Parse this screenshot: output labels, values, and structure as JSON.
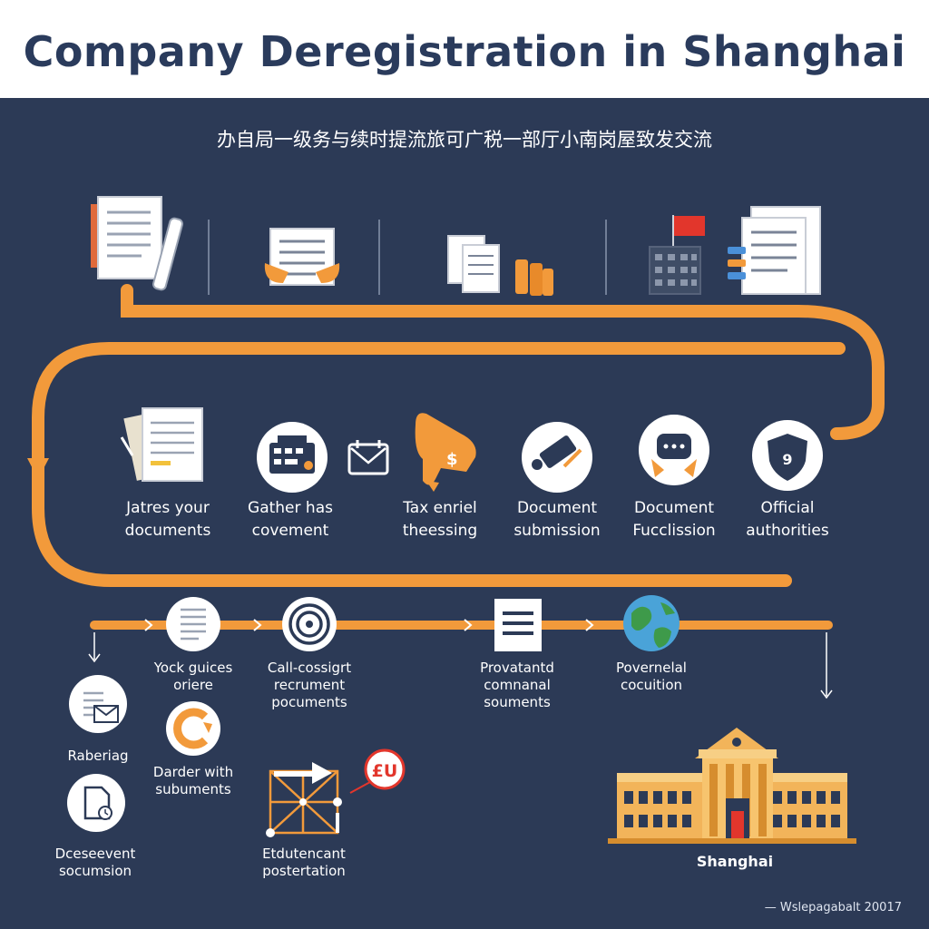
{
  "title": "Company Deregistration in Shanghai",
  "subtitle": "办自局一级务与续时提流旅可广税一部厅小南岗屋致发交流",
  "steps_row2": [
    {
      "label": "Jatres your\ndocuments",
      "icon": "document-stack-icon"
    },
    {
      "label": "Gather has\ncovement",
      "icon": "typewriter-icon"
    },
    {
      "label": "Tax enriel\ntheessing",
      "icon": "hand-dollar-icon"
    },
    {
      "label": "Document\nsubmission",
      "icon": "stamp-icon"
    },
    {
      "label": "Document\nFucclission",
      "icon": "hands-box-icon"
    },
    {
      "label": "Official\nauthorities",
      "icon": "shield-icon"
    }
  ],
  "steps_row3": [
    {
      "label": "Yock guices\noriere",
      "icon": "note-icon"
    },
    {
      "label": "Call-cossigrt\nrecrument\npocuments",
      "icon": "target-icon"
    },
    {
      "label": "Provatantd\ncomnanal\nsouments",
      "icon": "document-icon"
    },
    {
      "label": "Povernelal\ncocuition",
      "icon": "globe-icon"
    }
  ],
  "steps_row4": [
    {
      "label": "Raberiag",
      "icon": "mail-document-icon"
    },
    {
      "label": "Darder with\nsubuments",
      "icon": "gear-icon"
    },
    {
      "label": "Dceseevent\nsocumsion",
      "icon": "clock-document-icon"
    },
    {
      "label": "Etdutencant\npostertation",
      "icon": "scaffold-arrow-icon"
    }
  ],
  "badge_text": "£U",
  "building_label": "Shanghai",
  "footer": "— Wslepagabalt 20017",
  "colors": {
    "background": "#2c3a56",
    "accent": "#f29a3b",
    "header": "#ffffff",
    "title": "#2a3b5c"
  }
}
